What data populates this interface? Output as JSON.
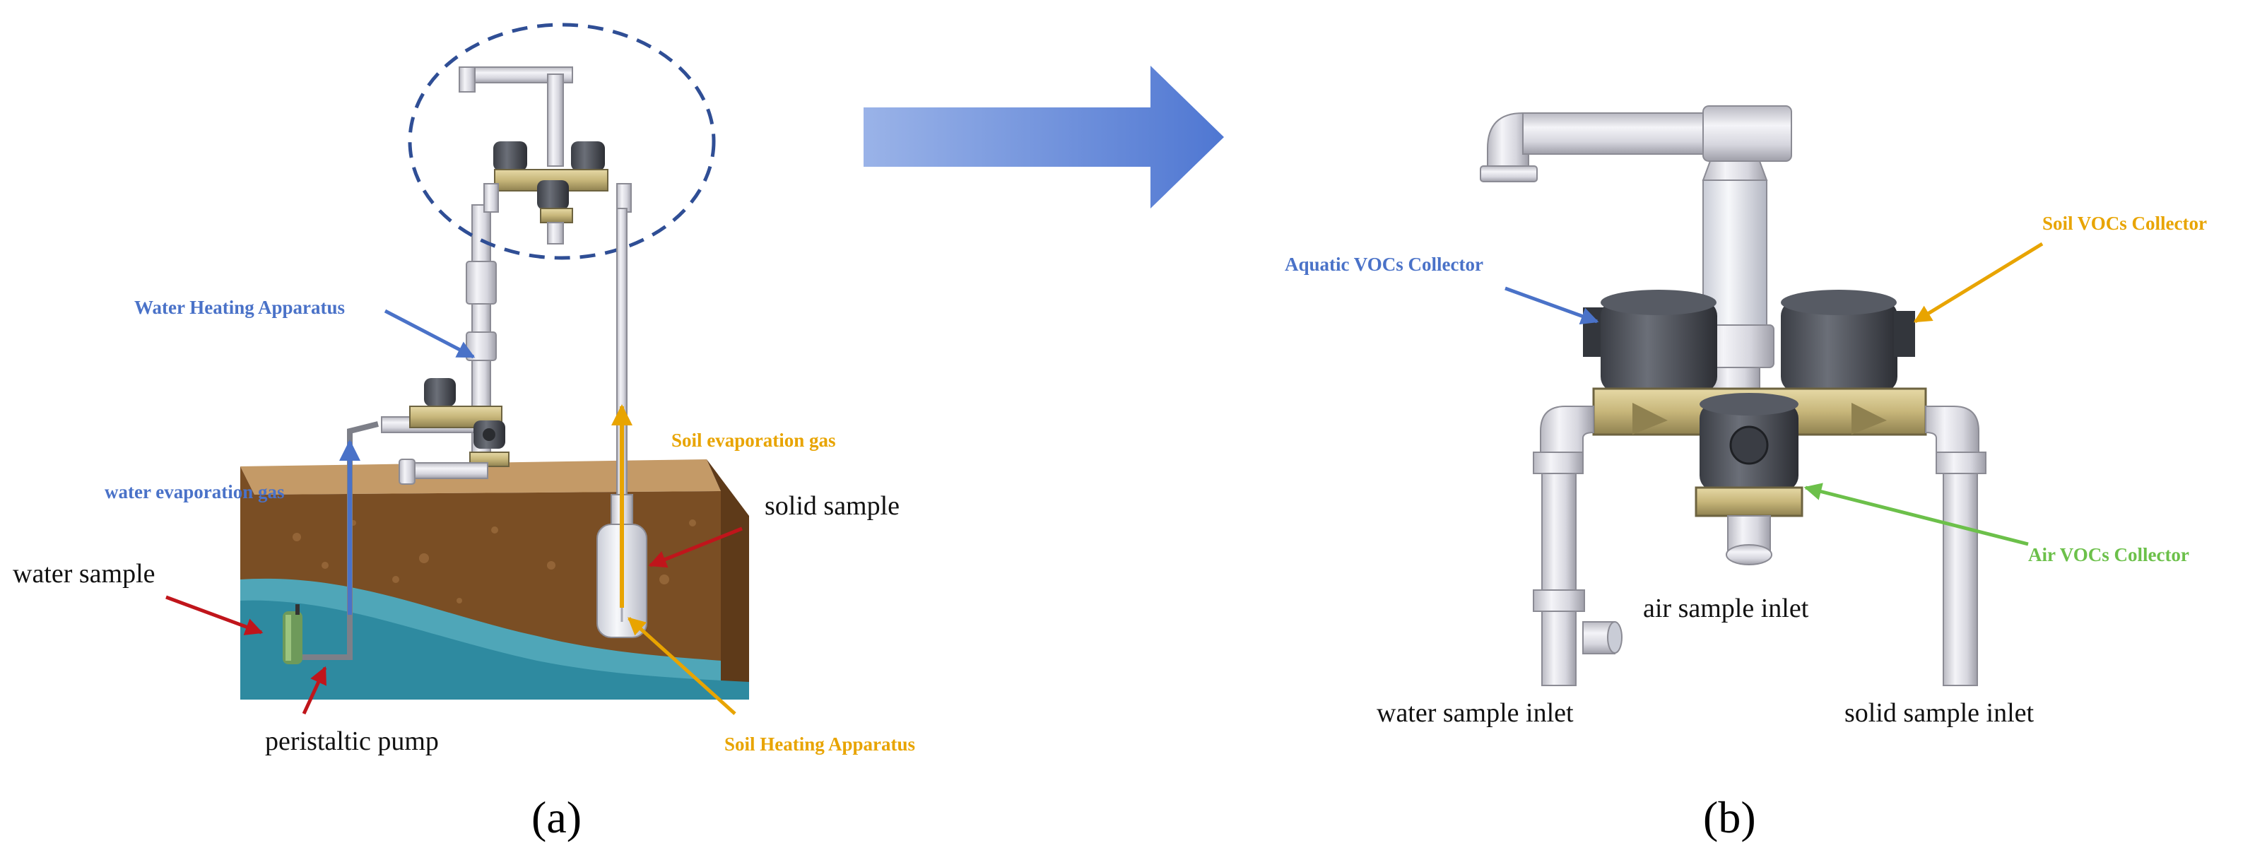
{
  "colors": {
    "blue_label": "#4a72c8",
    "orange_label": "#e8a400",
    "green_label": "#6cc04a",
    "red_arrow": "#c0151b",
    "big_arrow": "#5b7fd6",
    "soil_top": "#c49a67",
    "soil_body": "#7a4e24",
    "water": "#4fa6b8"
  },
  "panel_a": {
    "caption": "(a)",
    "labels": {
      "water_heating_apparatus": "Water Heating Apparatus",
      "water_evaporation_gas": "water evaporation gas",
      "soil_evaporation_gas": "Soil evaporation gas",
      "solid_sample": "solid sample",
      "water_sample": "water sample",
      "peristaltic_pump": "peristaltic pump",
      "soil_heating_apparatus": "Soil Heating Apparatus"
    }
  },
  "panel_b": {
    "caption": "(b)",
    "labels": {
      "aquatic_vocs_collector": "Aquatic VOCs Collector",
      "soil_vocs_collector": "Soil VOCs Collector",
      "air_vocs_collector": "Air VOCs Collector",
      "air_sample_inlet": "air sample inlet",
      "water_sample_inlet": "water sample inlet",
      "solid_sample_inlet": "solid sample inlet"
    }
  }
}
